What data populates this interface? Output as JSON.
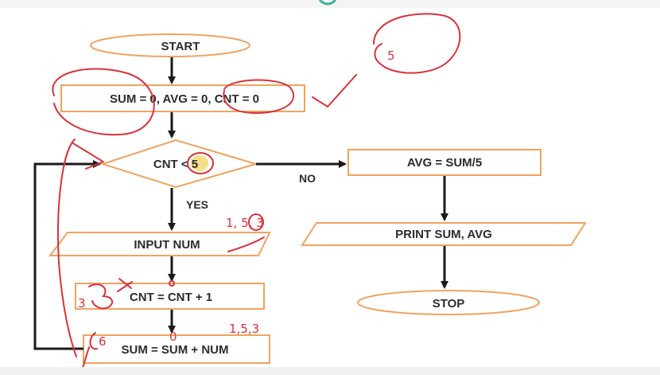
{
  "flowchart": {
    "nodes": {
      "start": "START",
      "init": "SUM = 0, AVG = 0, CNT = 0",
      "decision": "CNT < 5",
      "input": "INPUT NUM",
      "increment": "CNT = CNT + 1",
      "accumulate": "SUM = SUM + NUM",
      "average": "AVG = SUM/5",
      "print": "PRINT  SUM, AVG",
      "stop": "STOP"
    },
    "edges": {
      "yes": "YES",
      "no": "NO"
    }
  },
  "annotations": {
    "circled_number": "5",
    "input_trace": "1, 5, 3",
    "counter_trace": "3",
    "sum_zero": "0",
    "sum_trace": "1,5,3",
    "sum_partial": "6"
  },
  "colors": {
    "box_border": "#f0a35e",
    "arrow": "#1a1a1a",
    "ink": "#d9323a",
    "highlight": "#f5e08a"
  }
}
